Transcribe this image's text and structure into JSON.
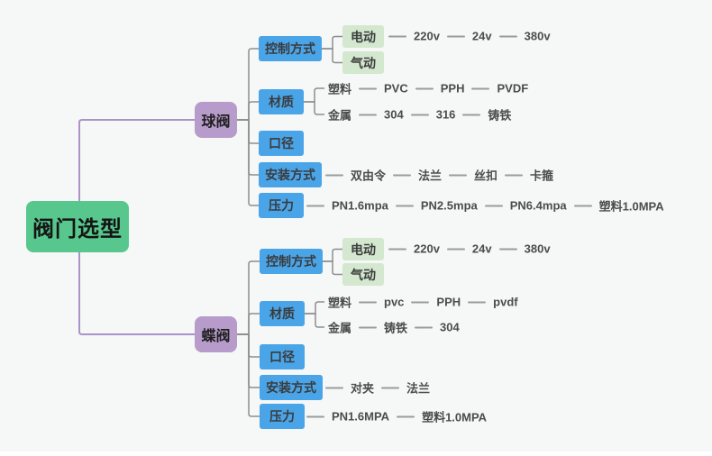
{
  "root_label": "阀门选型",
  "ball": {
    "label": "球阀",
    "control_label": "控制方式",
    "electric_label": "电动",
    "pneumatic_label": "气动",
    "voltages": [
      "220v",
      "24v",
      "380v"
    ],
    "material_label": "材质",
    "plastic_label": "塑料",
    "plastic_types": [
      "PVC",
      "PPH",
      "PVDF"
    ],
    "metal_label": "金属",
    "metal_types": [
      "304",
      "316",
      "铸铁"
    ],
    "diameter_label": "口径",
    "install_label": "安装方式",
    "install_types": [
      "双由令",
      "法兰",
      "丝扣",
      "卡箍"
    ],
    "pressure_label": "压力",
    "pressure_types": [
      "PN1.6mpa",
      "PN2.5mpa",
      "PN6.4mpa",
      "塑料1.0MPA"
    ]
  },
  "butterfly": {
    "label": "蝶阀",
    "control_label": "控制方式",
    "electric_label": "电动",
    "pneumatic_label": "气动",
    "voltages": [
      "220v",
      "24v",
      "380v"
    ],
    "material_label": "材质",
    "plastic_label": "塑料",
    "plastic_types": [
      "pvc",
      "PPH",
      "pvdf"
    ],
    "metal_label": "金属",
    "metal_types": [
      "铸铁",
      "304"
    ],
    "diameter_label": "口径",
    "install_label": "安装方式",
    "install_types": [
      "对夹",
      "法兰"
    ],
    "pressure_label": "压力",
    "pressure_types": [
      "PN1.6MPA",
      "塑料1.0MPA"
    ]
  },
  "colors": {
    "canvas_bg": "#f6f7f7",
    "root_bg": "#57c78d",
    "branch_bg": "#b79bcb",
    "category_bg": "#4aa5e8",
    "sub_bg": "#d3e8cf",
    "connector_gray": "#8d8d8d",
    "connector_purple": "#ab93c9",
    "leaf_text": "#4c4c4c"
  }
}
